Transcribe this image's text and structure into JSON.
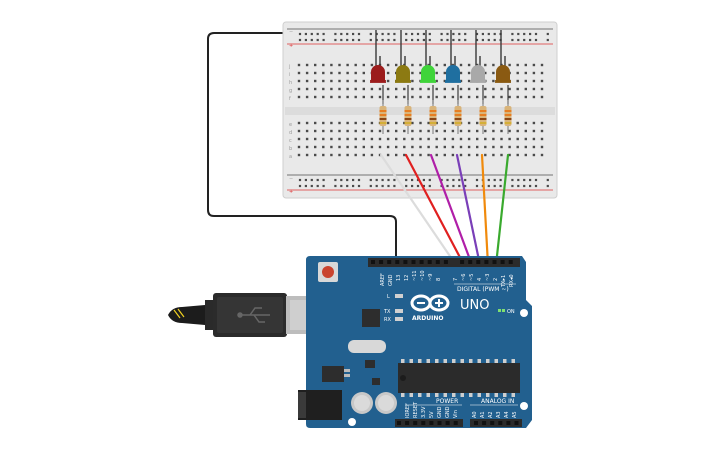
{
  "board": {
    "brand": "ARDUINO",
    "model": "UNO",
    "digital_label": "DIGITAL (PWM ~)",
    "analog_label": "ANALOG IN",
    "power_label": "POWER",
    "on_label": "ON",
    "tx_label": "TX",
    "rx_label": "RX",
    "l_label": "L",
    "aref_label": "AREF",
    "gnd_label": "GND",
    "digital_pins": [
      "13",
      "12",
      "~11",
      "~10",
      "~9",
      "8",
      "7",
      "~6",
      "~5",
      "4",
      "~3",
      "2",
      "TX▸1",
      "RX◂0"
    ],
    "power_pins": [
      "IOREF",
      "RESET",
      "3.3V",
      "5V",
      "GND",
      "GND",
      "Vin"
    ],
    "analog_pins": [
      "A0",
      "A1",
      "A2",
      "A3",
      "A4",
      "A5"
    ]
  },
  "breadboard": {
    "row_letters_top": [
      "j",
      "i",
      "h",
      "g",
      "f"
    ],
    "row_letters_bottom": [
      "e",
      "d",
      "c",
      "b",
      "a"
    ]
  },
  "leds": [
    {
      "color": "red",
      "fill": "#9b1c1c"
    },
    {
      "color": "yellow",
      "fill": "#8c7a12"
    },
    {
      "color": "green",
      "fill": "#3fd43a"
    },
    {
      "color": "blue",
      "fill": "#1f6fa0"
    },
    {
      "color": "white",
      "fill": "#a9a9a9"
    },
    {
      "color": "orange",
      "fill": "#8a5a12"
    }
  ],
  "wires": [
    {
      "color": "#ffffff",
      "pin": "7"
    },
    {
      "color": "#e02020",
      "pin": "~6"
    },
    {
      "color": "#b01fa8",
      "pin": "~5"
    },
    {
      "color": "#7a3fb8",
      "pin": "4"
    },
    {
      "color": "#f08a0c",
      "pin": "~3"
    },
    {
      "color": "#3aaa2e",
      "pin": "2"
    }
  ],
  "colors": {
    "board": "#22608f",
    "breadboard": "#e8e8e8",
    "rail_red": "#d33",
    "ground_wire": "#222222"
  }
}
